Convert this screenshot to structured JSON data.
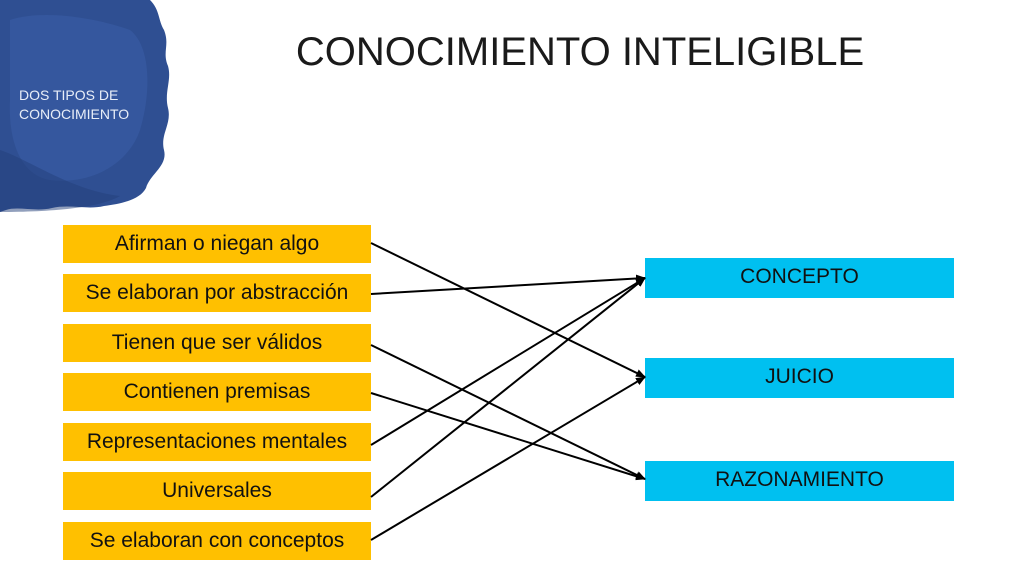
{
  "header": {
    "title": "CONOCIMIENTO INTELIGIBLE",
    "section_label": "DOS TIPOS DE CONOCIMIENTO"
  },
  "left_items": [
    {
      "label": "Afirman o niegan algo"
    },
    {
      "label": "Se elaboran por abstracción"
    },
    {
      "label": "Tienen que ser válidos"
    },
    {
      "label": "Contienen premisas"
    },
    {
      "label": "Representaciones mentales"
    },
    {
      "label": "Universales"
    },
    {
      "label": "Se elaboran con conceptos"
    }
  ],
  "right_items": [
    {
      "label": "CONCEPTO"
    },
    {
      "label": "JUICIO"
    },
    {
      "label": "RAZONAMIENTO"
    }
  ],
  "connections": [
    {
      "from": 0,
      "to": 1
    },
    {
      "from": 1,
      "to": 0
    },
    {
      "from": 2,
      "to": 2
    },
    {
      "from": 3,
      "to": 2
    },
    {
      "from": 4,
      "to": 0
    },
    {
      "from": 5,
      "to": 0
    },
    {
      "from": 6,
      "to": 1
    }
  ],
  "colors": {
    "left_box": "#ffc000",
    "right_box": "#00c0f0",
    "blob": "#2f4f92",
    "arrow": "#000000"
  }
}
